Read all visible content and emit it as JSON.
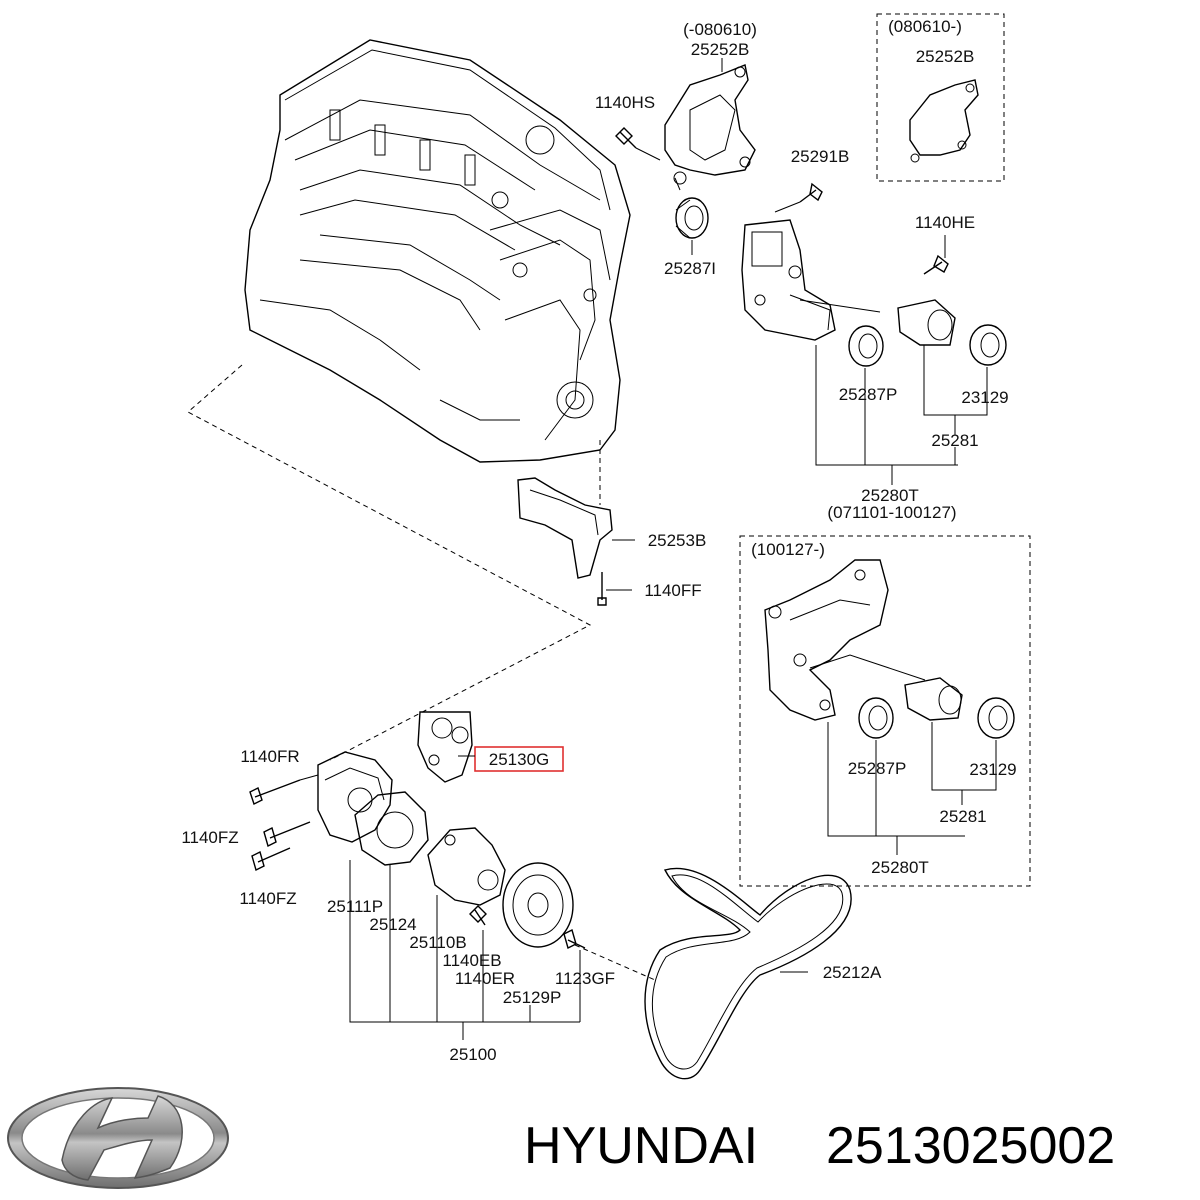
{
  "brand": {
    "name": "HYUNDAI",
    "part_number": "2513025002",
    "logo_icon": "hyundai-logo-icon"
  },
  "highlight_color": "#e03030",
  "labels": {
    "l080610a": "(-080610)",
    "l25252b1": "25252B",
    "l080610b": "(080610-)",
    "l25252b2": "25252B",
    "l1140hs": "1140HS",
    "l25291b": "25291B",
    "l1140he": "1140HE",
    "l25287i": "25287I",
    "l25287p1": "25287P",
    "l23129a": "23129",
    "l25281a": "25281",
    "l25280t1": "25280T",
    "l071101": "(071101-100127)",
    "l25253b": "25253B",
    "l1140ff": "1140FF",
    "l100127": "(100127-)",
    "l25287p2": "25287P",
    "l23129b": "23129",
    "l25281b": "25281",
    "l25280t2": "25280T",
    "l25130g": "25130G",
    "l1140fr": "1140FR",
    "l1140fz1": "1140FZ",
    "l1140fz2": "1140FZ",
    "l25111p": "25111P",
    "l25124": "25124",
    "l25110b": "25110B",
    "l1140eb": "1140EB",
    "l1140er": "1140ER",
    "l1123gf": "1123GF",
    "l25129p": "25129P",
    "l25212a": "25212A",
    "l25100": "25100"
  }
}
